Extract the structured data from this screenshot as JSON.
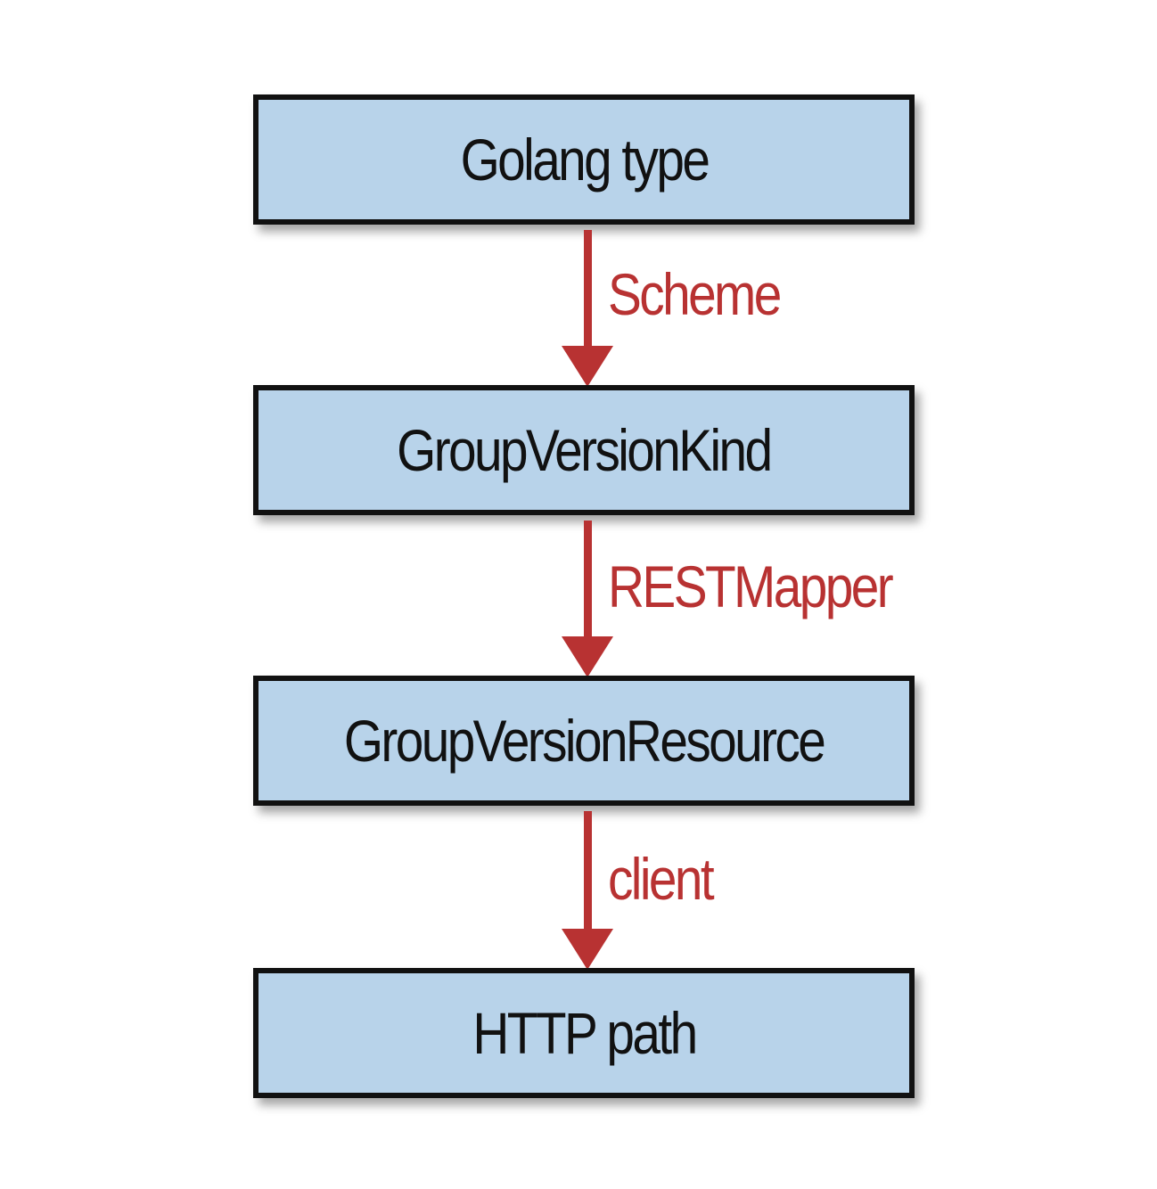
{
  "colors": {
    "box_fill": "#b8d3ea",
    "box_border": "#111111",
    "arrow": "#b83232",
    "edge_label": "#b83232",
    "text": "#111111"
  },
  "nodes": [
    {
      "label": "Golang type"
    },
    {
      "label": "GroupVersionKind"
    },
    {
      "label": "GroupVersionResource"
    },
    {
      "label": "HTTP path"
    }
  ],
  "edges": [
    {
      "from": 0,
      "to": 1,
      "label": "Scheme"
    },
    {
      "from": 1,
      "to": 2,
      "label": "RESTMapper"
    },
    {
      "from": 2,
      "to": 3,
      "label": "client"
    }
  ]
}
